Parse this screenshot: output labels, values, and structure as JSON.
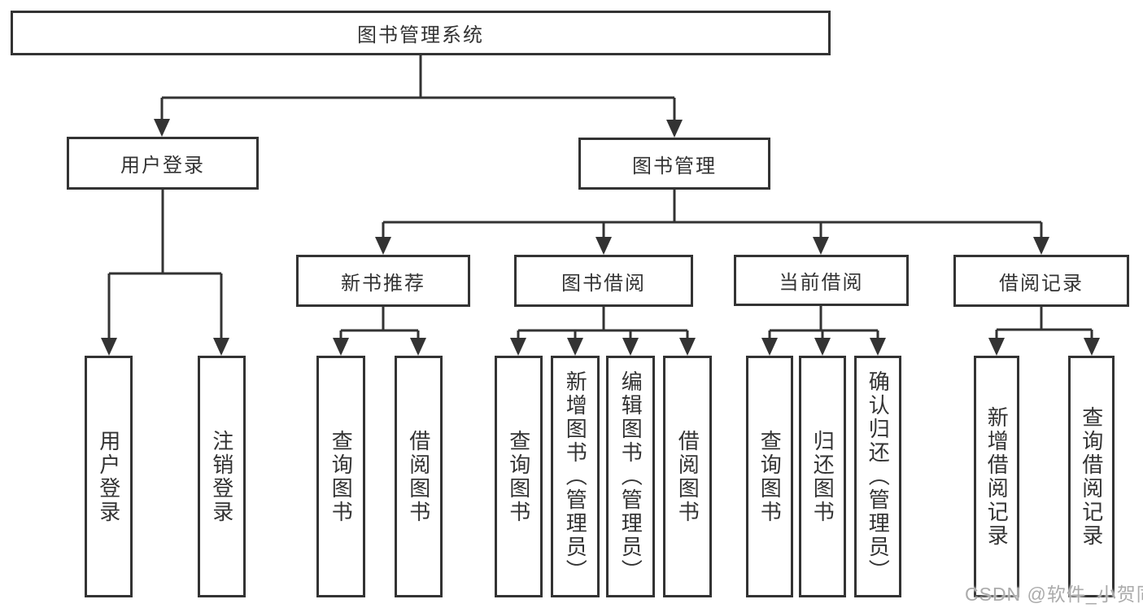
{
  "diagram": {
    "root": {
      "label": "图书管理系统"
    },
    "level2": {
      "user_login": {
        "label": "用户登录"
      },
      "book_management": {
        "label": "图书管理"
      }
    },
    "level3": {
      "new_book_recommend": {
        "label": "新书推荐"
      },
      "book_borrow": {
        "label": "图书借阅"
      },
      "current_borrow": {
        "label": "当前借阅"
      },
      "borrow_records": {
        "label": "借阅记录"
      }
    },
    "leaves": {
      "user_login": [
        "用户登录",
        "注销登录"
      ],
      "new_book_recommend": [
        "查询图书",
        "借阅图书"
      ],
      "book_borrow": [
        "查询图书",
        "新增图书（管理员）",
        "编辑图书（管理员）",
        "借阅图书"
      ],
      "current_borrow": [
        "查询图书",
        "归还图书",
        "确认归还（管理员）"
      ],
      "borrow_records": [
        "新增借阅记录",
        "查询借阅记录"
      ]
    }
  },
  "watermark": "CSDN @软件_小贺同学",
  "colors": {
    "line": "#333333",
    "text": "#333333",
    "box_background": "#ffffff",
    "page_background": "#ffffff",
    "watermark": "#ababab"
  }
}
